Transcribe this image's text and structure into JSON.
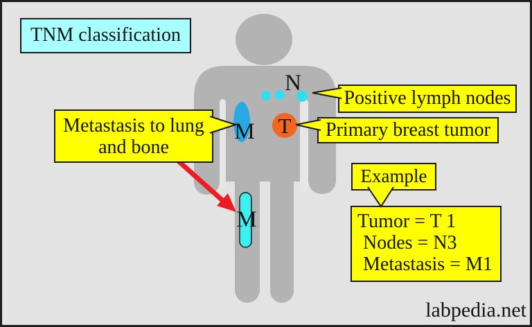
{
  "colors": {
    "background": "#e3e3e3",
    "frame": "#1f1f1f",
    "body_gray": "#b3b3b3",
    "slit_gray": "#e7e7e7",
    "title_box_fill": "#a8ffff",
    "callout_fill": "#ffff00",
    "callout_border": "#1a1a1a",
    "lung_blue": "#29a9e1",
    "node_cyan": "#32ddf0",
    "bone_cyan": "#3df0f2",
    "bone_outline": "#1a1a1a",
    "tumor_orange": "#f2671f",
    "arrow_red": "#ec1c24",
    "text": "#141414"
  },
  "title_box": {
    "label": "TNM classification"
  },
  "figure_labels": {
    "nodes_letter": "N",
    "tumor_letter": "T",
    "lung_metastasis_letter": "M",
    "bone_metastasis_letter": "M"
  },
  "callouts": {
    "lymph_nodes": {
      "label": "Positive lymph nodes"
    },
    "primary_tumor": {
      "label": "Primary breast tumor"
    },
    "metastasis": {
      "line1": "Metastasis to lung",
      "line2": "and bone"
    },
    "example": {
      "label": "Example"
    },
    "example_values": {
      "line1": "Tumor = T 1",
      "line2": "Nodes = N3",
      "line3": "Metastasis = M1"
    }
  },
  "watermark": {
    "label": "labpedia.net"
  }
}
